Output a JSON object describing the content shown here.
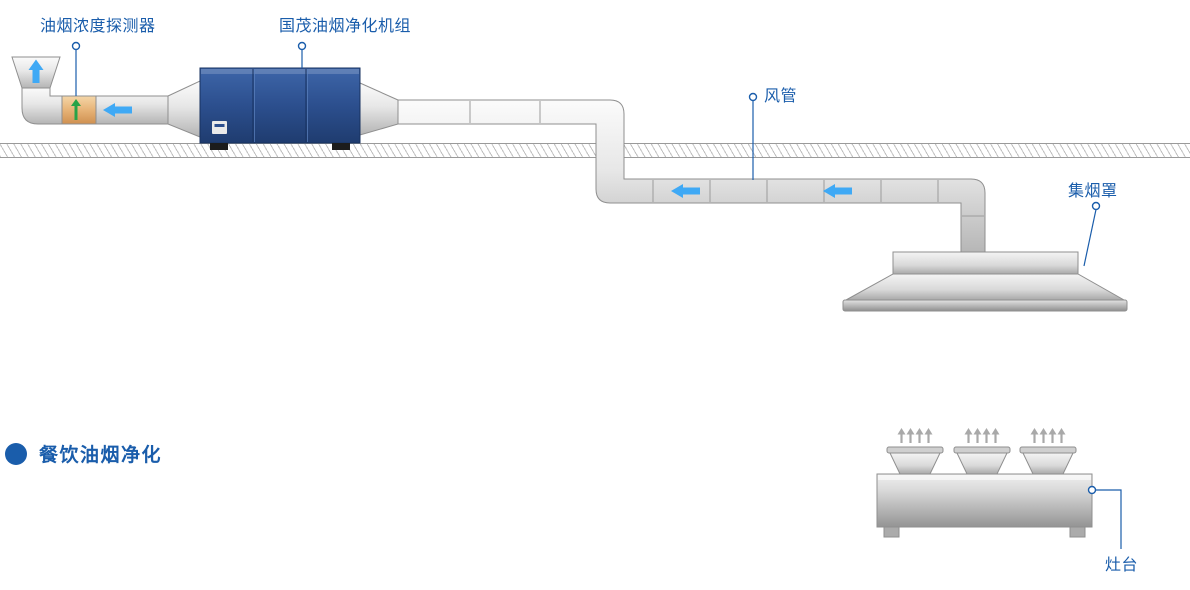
{
  "labels": {
    "detector": "油烟浓度探测器",
    "purifier": "国茂油烟净化机组",
    "duct": "风管",
    "hood": "集烟罩",
    "stove": "灶台"
  },
  "legend": {
    "title": "餐饮油烟净化",
    "bullet_icon": "filled-circle"
  },
  "icons": {
    "airflow": "left-arrow",
    "exhaust_outlet": "up-arrow",
    "steam": "small-up-arrow",
    "leader_endpoint": "small-circle"
  },
  "colors": {
    "label_blue": "#1a5dab",
    "flow_arrow_cyan": "#3fa9f5",
    "unit_blue": "#2c4f8e",
    "duct_gray": "#d9d9d9",
    "detector_section_tan": "#e7b377",
    "detector_green": "#27a348"
  }
}
